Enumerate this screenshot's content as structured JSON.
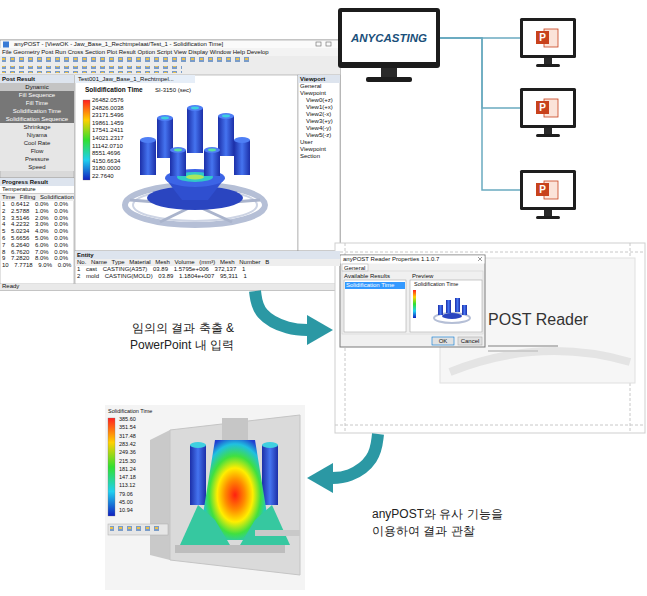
{
  "diagram": {
    "nodes": [
      {
        "text": [
          "anyPOST - [ViewOK - Jaw_Base_1_Rechtmpelaat/Test_1 - Solidification Time]",
          "File Geometry Post Run Cross Section Plot Result Option Script View Display Window Help Develop",
          "Ready"
        ]
      },
      {
        "text": [
          "Post Result",
          "Dynamic",
          "Fill Sequence",
          "Fill Time",
          "Solidification Time",
          "Solidification Sequence",
          "Shrinkage",
          "Niyama",
          "Cool Rate",
          "Flow",
          "Pressure",
          "Speed"
        ],
        "in": 0
      },
      {
        "text": [
          "Progress Result",
          "Temperature",
          "Time Filling Solidification",
          "1 0.6412 0.0% 0.0%",
          "2 2.5788 1.0% 0.0%",
          "3 3.5146 2.0% 0.0%",
          "4 4.2232 3.0% 0.0%",
          "5 5.0234 4.0% 0.0%",
          "6 5.6656 5.0% 0.0%",
          "7 6.2640 6.0% 0.0%",
          "8 6.7620 7.0% 0.0%",
          "9 7.2820 8.0% 0.0%",
          "10 7.7718 9.0% 0.0%"
        ],
        "in": 0
      },
      {
        "text": [
          "Test001_Jaw_Base_1_Rechtmpel...",
          "Solidification Time",
          "SI-3150 (sec)",
          "26482.0576",
          "24826.0038",
          "23171.5496",
          "19861.1459",
          "17541.2411",
          "14021.2317",
          "11142.0710",
          "8551.4696",
          "4150.6634",
          "3180.0000",
          "22.7640"
        ],
        "in": 0
      },
      {
        "text": [
          "Viewport",
          "General Viewpoint",
          "View0(+z)",
          "View1(+x)",
          "View2(-x)",
          "View3(+y)",
          "View4(-y)",
          "View5(-z)",
          "User Viewpoint",
          "Section"
        ],
        "in": 0
      },
      {
        "text": [
          "Entity",
          "No. Name Type Material Mesh Volume (mm³) Mesh Number B",
          "1 cast CASTING(A357) 03.89 1.5795e+006 372,137 1",
          "2 mold CASTING(MOLD) 03.89 1.1804e+007 95,311 1"
        ],
        "in": 0
      },
      {
        "text": [
          "ANYCASTING"
        ]
      },
      {
        "text": [
          "P"
        ]
      },
      {
        "text": [
          "P"
        ]
      },
      {
        "text": [
          "P"
        ]
      },
      {
        "text": [
          "POST Reader"
        ]
      },
      {
        "text": [
          "anyPOST Reader Properties 1.1.0.7",
          "General",
          "Available Results",
          "Solidification Time",
          "Preview",
          "Solidification Time",
          "OK",
          "Cancel"
        ],
        "in": 10
      },
      {
        "text": [
          "Solidification Time",
          "385.60",
          "351.54",
          "317.48",
          "283.42",
          "249.36",
          "215.30",
          "181.24",
          "147.18",
          "113.12",
          "79.06",
          "45.00",
          "10.94"
        ]
      }
    ],
    "edges": [
      {
        "from": 6,
        "to": 7,
        "arrow": "none"
      },
      {
        "from": 6,
        "to": 8,
        "arrow": "none"
      },
      {
        "from": 6,
        "to": 9,
        "arrow": "none"
      },
      {
        "from": 0,
        "to": 10,
        "arrow": "to",
        "label": "임의의 결과 축출 & PowerPoint 내 입력"
      },
      {
        "from": 10,
        "to": 12,
        "arrow": "to",
        "label": "anyPOST와 유사 기능을 이용하여 결과 관찰"
      }
    ]
  }
}
